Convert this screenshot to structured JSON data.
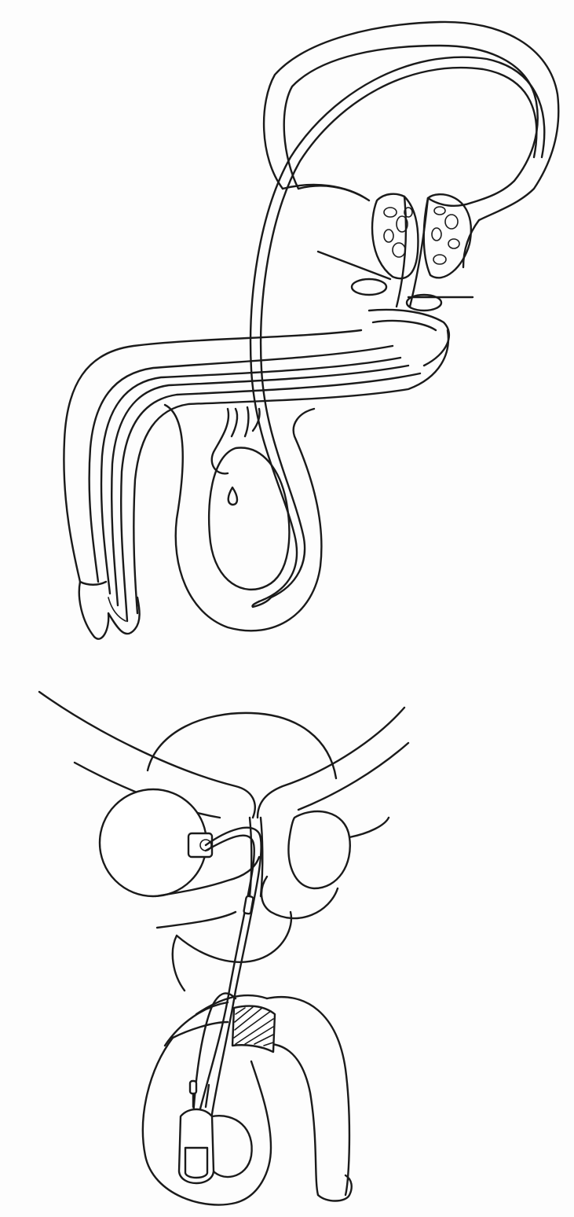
{
  "figures": [
    {
      "id": "top",
      "kind": "sagittal-anatomy",
      "labels": []
    },
    {
      "id": "bottom",
      "kind": "frontal-anatomy-with-implanted-device",
      "labels": []
    }
  ],
  "colors": {
    "line": "#1a1a1a",
    "background": "#fdfdfd"
  }
}
